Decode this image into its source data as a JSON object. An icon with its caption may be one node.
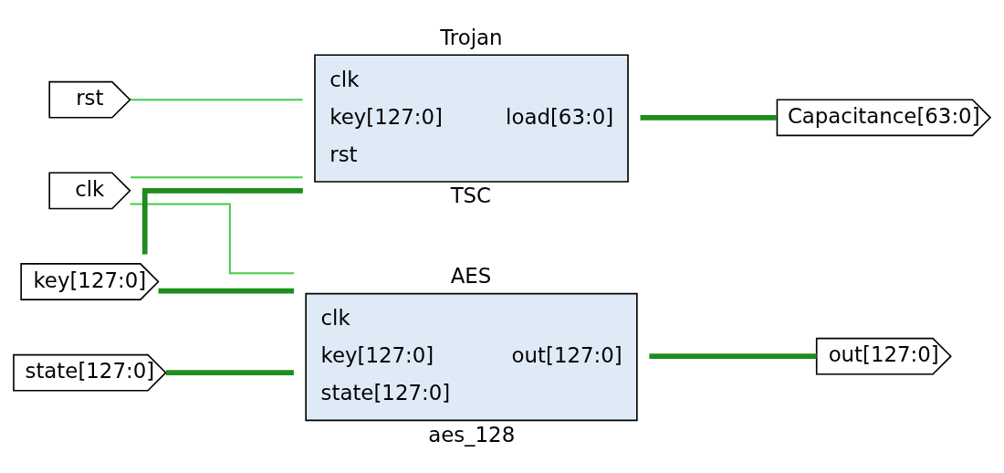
{
  "diagram": {
    "nodes": [
      {
        "text": [
          "clk"
        ]
      },
      {
        "text": [
          "key[127:0]"
        ]
      },
      {
        "text": [
          "rst"
        ]
      },
      {
        "text": [
          "Trojan",
          "clk",
          "key[127:0]",
          "rst",
          "load[63:0]",
          "TSC"
        ]
      },
      {
        "text": [
          "Capacitance[63:0]"
        ]
      },
      {
        "text": [
          "AES",
          "clk",
          "key[127:0]",
          "state[127:0]",
          "out[127:0]",
          "aes_128"
        ]
      },
      {
        "text": [
          "state[127:0]"
        ]
      },
      {
        "text": [
          "out[127:0]"
        ]
      }
    ],
    "edges": [
      {
        "from": 0,
        "to": 3,
        "arrow": "none",
        "color": "#44cc44"
      },
      {
        "from": 0,
        "to": 5,
        "arrow": "none",
        "color": "#44cc44"
      },
      {
        "from": 1,
        "to": 3,
        "arrow": "none"
      },
      {
        "from": 1,
        "to": 5,
        "arrow": "none"
      },
      {
        "from": 2,
        "to": 3,
        "arrow": "none",
        "color": "#44cc44"
      },
      {
        "from": 6,
        "to": 5,
        "arrow": "none"
      },
      {
        "from": 3,
        "to": 4,
        "arrow": "none"
      },
      {
        "from": 5,
        "to": 7,
        "arrow": "none"
      }
    ]
  }
}
